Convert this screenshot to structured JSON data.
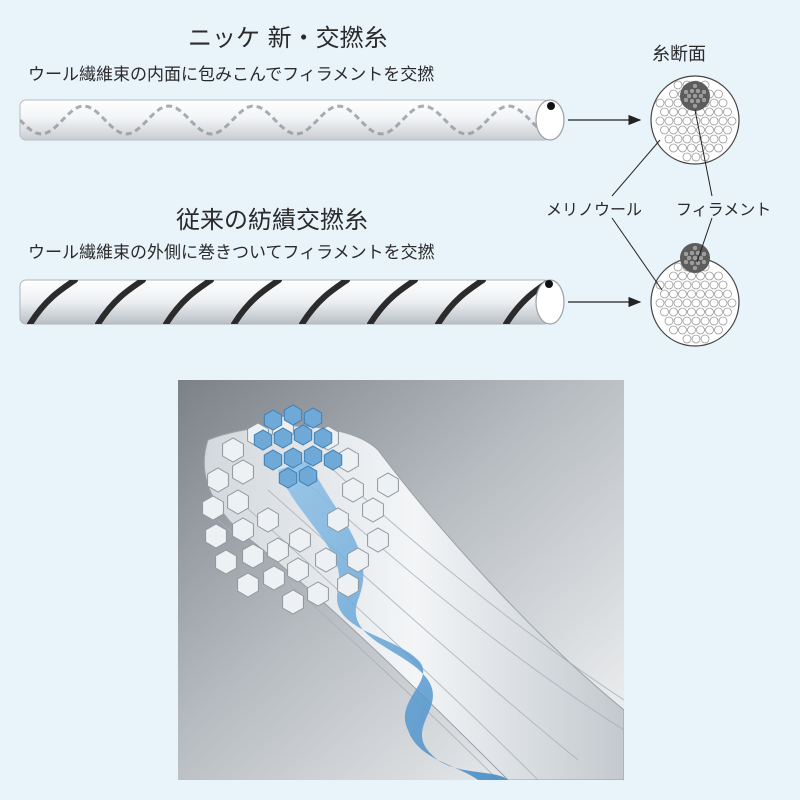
{
  "top": {
    "title": "ニッケ 新・交撚糸",
    "subtitle": "ウール繊維束の内面に包みこんでフィラメントを交撚"
  },
  "bottom": {
    "title": "従来の紡績交撚糸",
    "subtitle": "ウール繊維束の外側に巻きついてフィラメントを交撚"
  },
  "cross_section": {
    "title": "糸断面",
    "merino_label": "メリノウール",
    "filament_label": "フィラメント"
  },
  "colors": {
    "background": "#e9f3fa",
    "filament_blue": "#4f9ad3",
    "yarn_white": "#f4f6f8",
    "filament_grey": "#8a8a8a"
  }
}
